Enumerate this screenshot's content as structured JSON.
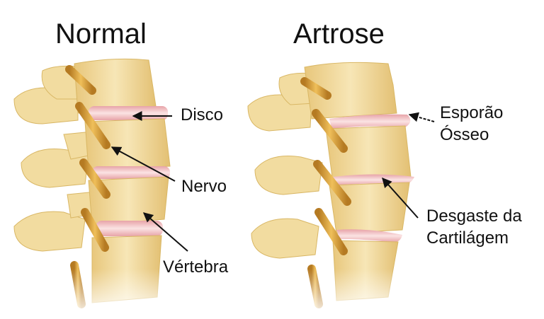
{
  "titles": {
    "normal": "Normal",
    "arthrosis": "Artrose"
  },
  "labels": {
    "disc": "Disco",
    "nerve": "Nervo",
    "vertebra": "Vértebra",
    "bone_spur_line1": "Esporão",
    "bone_spur_line2": "Ósseo",
    "cartilage_wear_line1": "Desgaste da",
    "cartilage_wear_line2": "Cartilágem"
  },
  "colors": {
    "bone": "#f2dca0",
    "bone_shadow": "#d9b765",
    "disc": "#f4c6c6",
    "nerve": "#d8a040",
    "text": "#111111",
    "background": "#ffffff"
  }
}
